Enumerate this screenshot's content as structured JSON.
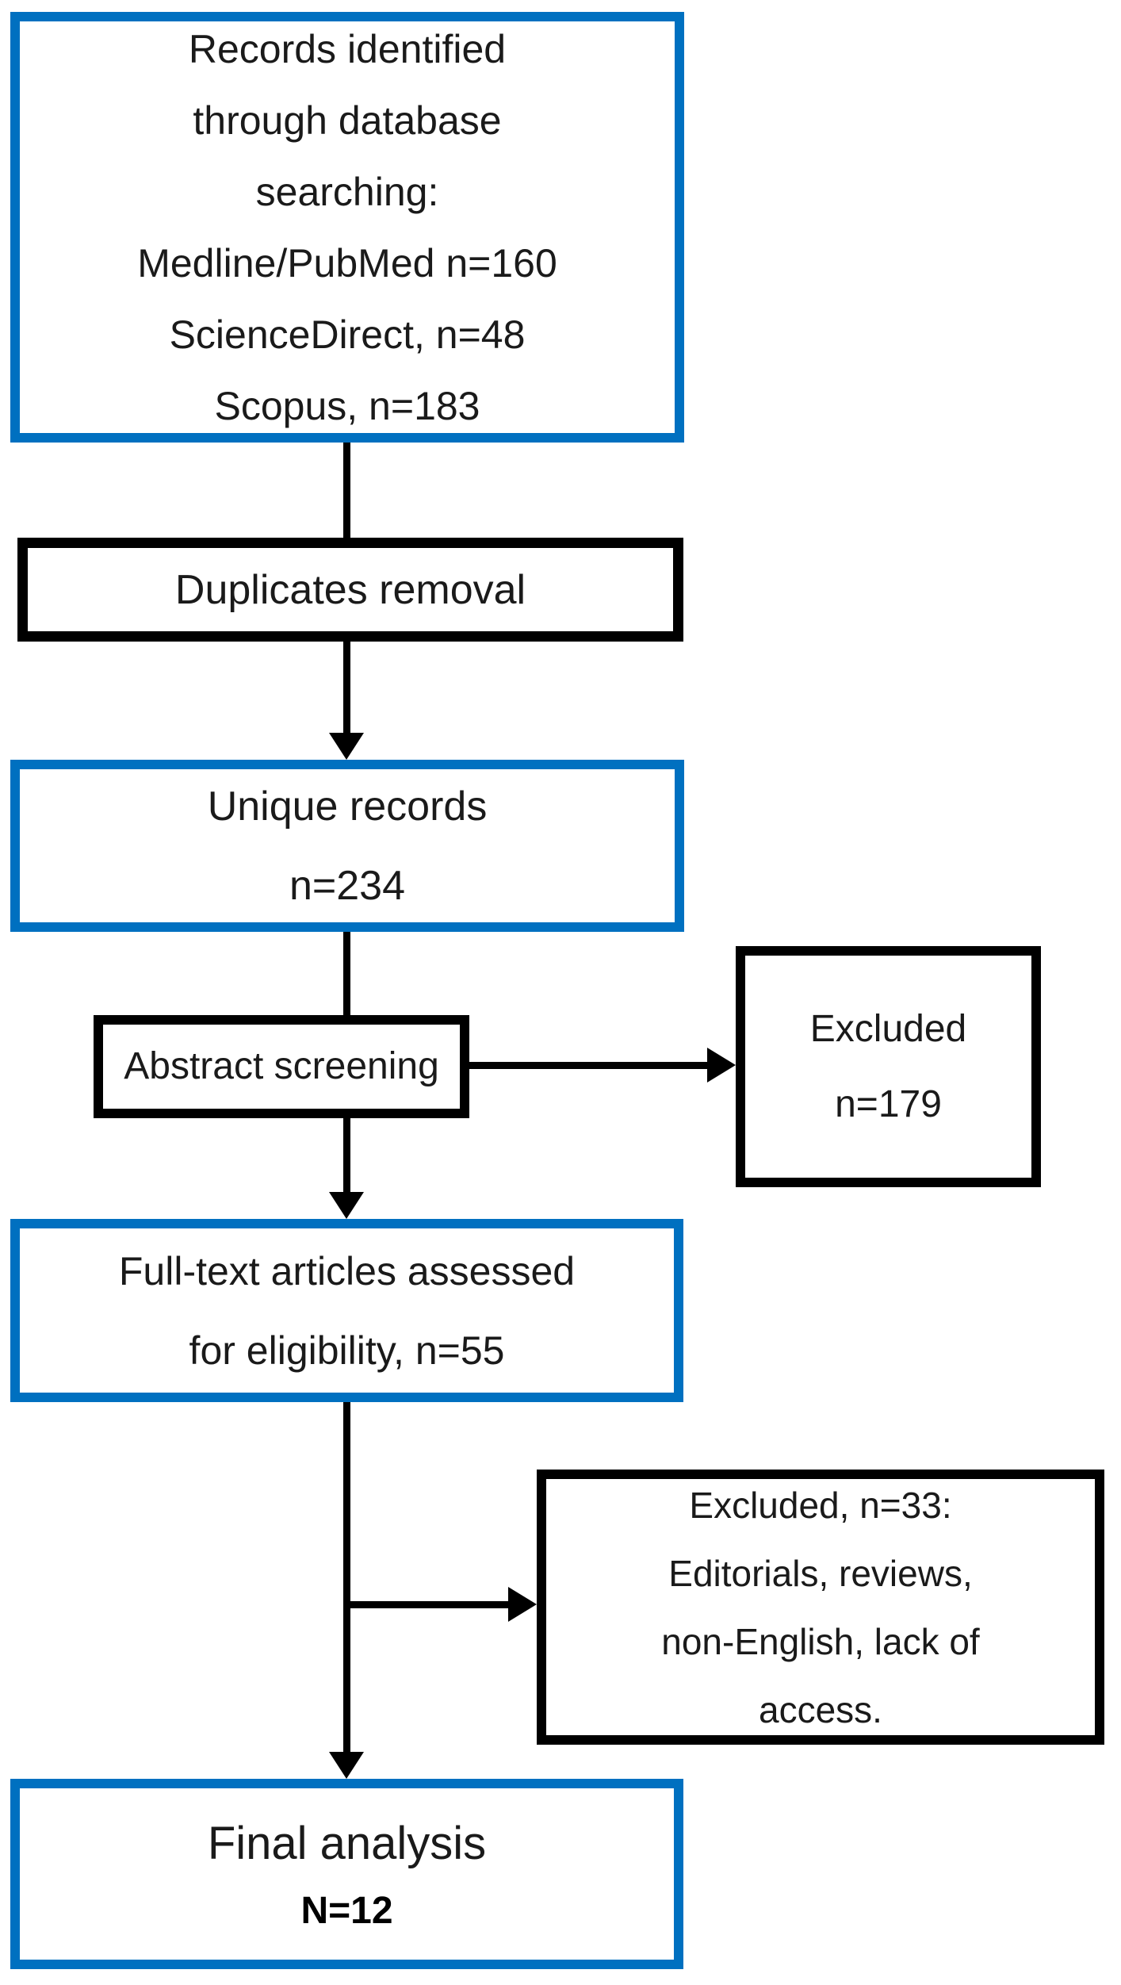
{
  "diagram": {
    "type": "prisma-flowchart",
    "colors": {
      "accent_blue": "#0070C0",
      "line_black": "#000000",
      "background": "#FFFFFF"
    },
    "boxes": [
      {
        "id": "records",
        "style": "blue",
        "lines": [
          "Records identified",
          "through database",
          "searching:",
          "Medline/PubMed n=160",
          "ScienceDirect, n=48",
          "Scopus, n=183"
        ]
      },
      {
        "id": "duplicates",
        "style": "black",
        "lines": [
          "Duplicates removal"
        ]
      },
      {
        "id": "unique",
        "style": "blue",
        "lines": [
          "Unique records",
          "n=234"
        ]
      },
      {
        "id": "abstract",
        "style": "black",
        "lines": [
          "Abstract screening"
        ]
      },
      {
        "id": "excluded-abstract",
        "style": "black",
        "lines": [
          "Excluded",
          "n=179"
        ]
      },
      {
        "id": "fulltext",
        "style": "blue",
        "lines": [
          "Full-text articles assessed",
          "for eligibility, n=55"
        ]
      },
      {
        "id": "excluded-fulltext",
        "style": "black",
        "lines": [
          "Excluded, n=33:",
          "Editorials, reviews,",
          "non-English, lack of",
          "access."
        ]
      },
      {
        "id": "final",
        "style": "blue",
        "lines": [
          "Final analysis",
          "N=12"
        ]
      }
    ],
    "connectors": [
      {
        "from": "records",
        "to": "duplicates",
        "arrow": false
      },
      {
        "from": "duplicates",
        "to": "unique",
        "arrow": true
      },
      {
        "from": "unique",
        "to": "abstract",
        "arrow": false
      },
      {
        "from": "abstract",
        "to": "excluded-abstract",
        "arrow": true
      },
      {
        "from": "abstract",
        "to": "fulltext",
        "arrow": true
      },
      {
        "from": "fulltext",
        "to": "excluded-fulltext",
        "arrow": true
      },
      {
        "from": "fulltext",
        "to": "final",
        "arrow": true
      }
    ]
  }
}
